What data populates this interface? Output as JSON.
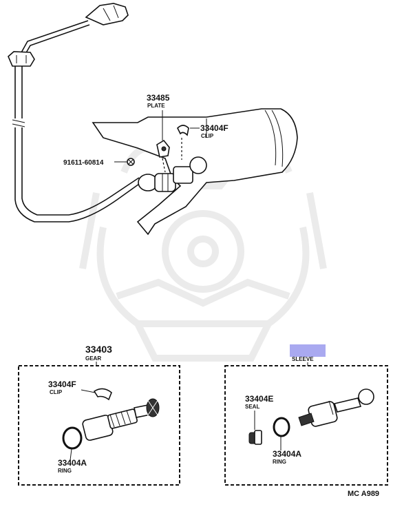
{
  "parts": {
    "plate": {
      "number": "33485",
      "name": "PLATE"
    },
    "clip_top": {
      "number": "33404F",
      "name": "CLIP"
    },
    "bolt": {
      "number": "91611-60814"
    },
    "gear": {
      "number": "33403",
      "name": "GEAR"
    },
    "sleeve": {
      "number": "",
      "name": "SLEEVE"
    },
    "clip_left": {
      "number": "33404F",
      "name": "CLIP"
    },
    "ring_left": {
      "number": "33404A",
      "name": "RING"
    },
    "seal": {
      "number": "33404E",
      "name": "SEAL"
    },
    "ring_right": {
      "number": "33404A",
      "name": "RING"
    }
  },
  "diagram_code": "MC  A989",
  "colors": {
    "redaction_box": "#a9a9f0",
    "line": "#111111",
    "watermark": "#ebebeb"
  }
}
